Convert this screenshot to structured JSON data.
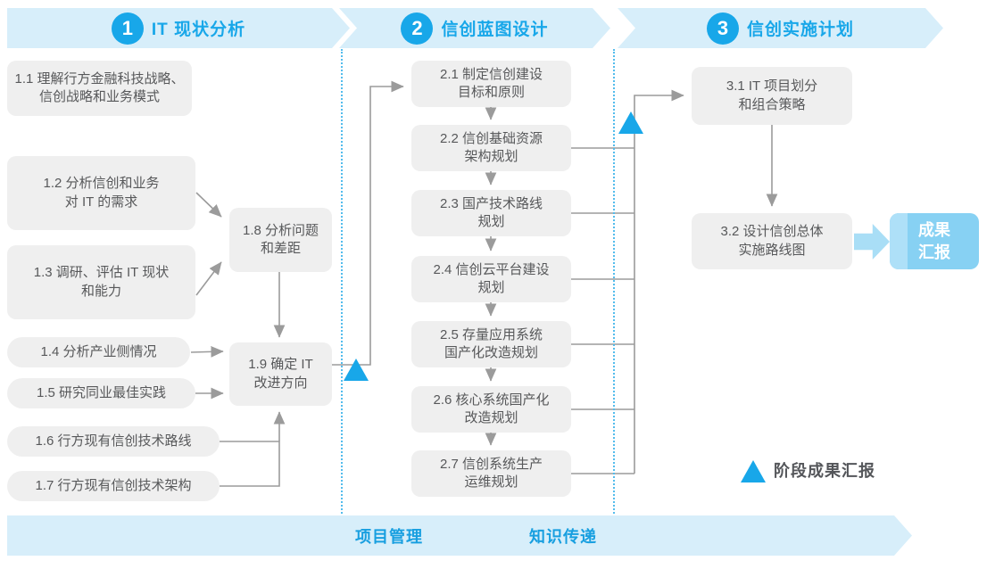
{
  "colors": {
    "accent_blue": "#18A7E9",
    "banner_bg": "#D7EEFA",
    "node_bg": "#EFEFEF",
    "node_text": "#57585A",
    "connector_gray": "#9B9B9B",
    "deliverable_bg": "#87D1F3",
    "footer_text": "#189FE0"
  },
  "phases": [
    {
      "number": "1",
      "title": "IT 现状分析"
    },
    {
      "number": "2",
      "title": "信创蓝图设计"
    },
    {
      "number": "3",
      "title": "信创实施计划"
    }
  ],
  "nodes": {
    "n11": "1.1 理解行方金融科技战略、\n信创战略和业务模式",
    "n12": "1.2 分析信创和业务\n对 IT 的需求",
    "n13": "1.3 调研、评估 IT 现状\n和能力",
    "n14": "1.4 分析产业侧情况",
    "n15": "1.5 研究同业最佳实践",
    "n16": "1.6 行方现有信创技术路线",
    "n17": "1.7 行方现有信创技术架构",
    "n18": "1.8 分析问题\n和差距",
    "n19": "1.9 确定 IT\n改进方向",
    "n21": "2.1 制定信创建设\n目标和原则",
    "n22": "2.2 信创基础资源\n架构规划",
    "n23": "2.3 国产技术路线\n规划",
    "n24": "2.4 信创云平台建设\n规划",
    "n25": "2.5 存量应用系统\n国产化改造规划",
    "n26": "2.6 核心系统国产化\n改造规划",
    "n27": "2.7 信创系统生产\n运维规划",
    "n31": "3.1 IT 项目划分\n和组合策略",
    "n32": "3.2 设计信创总体\n实施路线图"
  },
  "deliverable": "成果\n汇报",
  "legend": {
    "label": "阶段成果汇报"
  },
  "footer": {
    "left_label": "项目管理",
    "right_label": "知识传递"
  }
}
